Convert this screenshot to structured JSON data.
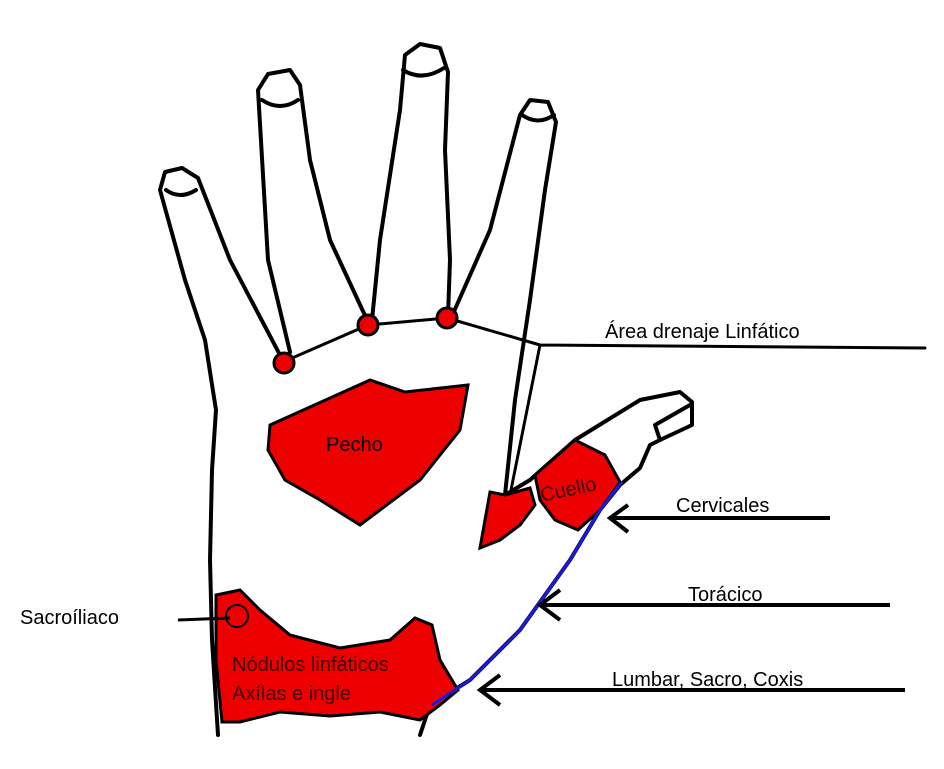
{
  "labels": {
    "lymph_drainage": "Área drenaje Linfático",
    "chest": "Pecho",
    "neck": "Cuello",
    "cervical": "Cervicales",
    "thoracic": "Torácico",
    "lumbar": "Lumbar, Sacro, Coxis",
    "sacroiliac": "Sacroíliaco",
    "lymph_nodes_line1": "Nódulos linfáticos",
    "lymph_nodes_line2": "Axílas e ingle"
  },
  "colors": {
    "zone": "#ee0000",
    "spine": "#1a1adf",
    "outline": "#000000"
  }
}
